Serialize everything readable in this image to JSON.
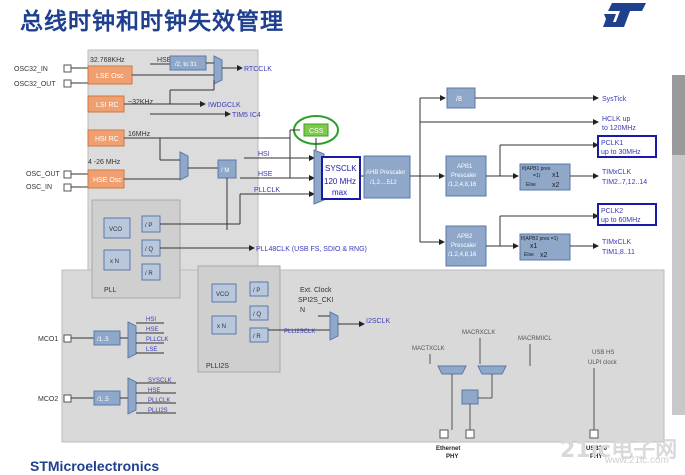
{
  "slide": {
    "title": "总线时钟和时钟失效管理",
    "footer": "STMicroelectronics",
    "watermark": "21ic电子网",
    "watermark_sub": "www.21ic.com"
  },
  "colors": {
    "title": "#1f3f8f",
    "block_orange": "#f0a070",
    "block_blue": "#8fa7c9",
    "highlight_box": "#1a1aa8",
    "css_circle": "#2aa02a",
    "signal_text": "#3a3ab8"
  },
  "diagram": {
    "inputs": {
      "osc32_in": "OSC32_IN",
      "osc32_out": "OSC32_OUT",
      "osc_out": "OSC_OUT",
      "osc_in": "OSC_IN"
    },
    "freqs": {
      "f32k": "32.768KHz",
      "f32": "~32KHz",
      "f16m": "16MHz",
      "f4_26": "4 -26 MHz"
    },
    "blocks": {
      "lse_osc": "LSE Osc",
      "lsi_rc": "LSI RC",
      "hsi_rc": "HSI RC",
      "hse_osc": "HSE Osc",
      "rtc_div": "/2, to 31",
      "css": "CSS",
      "sysclk": "SYSCLK",
      "sysclk_max1": "120 MHz",
      "sysclk_max2": "max",
      "ahb1": "AHB Prescaler",
      "ahb2": "/1,2....512",
      "div8": "/8",
      "apb1_1": "APB1",
      "apb1_2": "Prescaler",
      "apb1_3": "/1,2,4,8,16",
      "apb2_1": "APB2",
      "apb2_2": "Prescaler",
      "apb2_3": "/1,2,4,8,16",
      "tim1_if": "If(APB1 pres",
      "tim1_eq": "=1)",
      "tim1_x1": "x1",
      "tim1_else": "Else",
      "tim1_x2": "x2",
      "tim2_if": "If(APB2 pres =1)",
      "tim2_x1": "x1",
      "tim2_else": "Else",
      "tim2_x2": "x2",
      "pll_m": "/ M",
      "vco": "VCO",
      "xn": "x N",
      "div_p": "/ P",
      "div_q": "/ Q",
      "div_r": "/ R",
      "pll": "PLL",
      "plli2s": "PLLI2S",
      "mco1_div": "/1..5",
      "mco2_div": "/1..5"
    },
    "signals": {
      "hse": "HSE",
      "rtcclk": "RTCCLK",
      "iwdgclk": "IWDGCLK",
      "tim5_ic4": "TIM5 IC4",
      "hsi": "HSI",
      "hse2": "HSE",
      "pllclk": "PLLCLK",
      "systick": "SysTick",
      "hclk1": "HCLK   up",
      "hclk2": "to 120MHz",
      "pclk1_1": "PCLK1",
      "pclk1_2": "up to 30MHz",
      "timx1_1": "TIMxCLK",
      "timx1_2": "TIM2..7,12..14",
      "pclk2_1": "PCLK2",
      "pclk2_2": "up to 60MHz",
      "timx2_1": "TIMxCLK",
      "timx2_2": "TIM1,8..11",
      "pll48": "PLL48CLK (USB FS, SDIO & RNG)",
      "ext1": "Ext. Clock",
      "ext2": "SPI2S_CKI",
      "ext3": "N",
      "plli2sclk": "PLLI2SCLK",
      "i2sclk": "I2SCLK",
      "mco1": "MCO1",
      "mco2": "MCO2",
      "m1_hsi": "HSI",
      "m1_hse": "HSE",
      "m1_pll": "PLLCLK",
      "m1_lse": "LSE",
      "m2_sys": "SYSCLK",
      "m2_hse": "HSE",
      "m2_pll": "PLLCLK",
      "m2_i2s": "PLLI2S",
      "mactx": "MACTXCLK",
      "macrx": "MACRXCLK",
      "macrmii": "MACRMIICL",
      "usbhs1": "USB HS",
      "usbhs2": "ULPI clock",
      "eth1": "Ethernet",
      "eth2": "PHY",
      "usb1": "USB2.0",
      "usb2": "PHY"
    }
  }
}
